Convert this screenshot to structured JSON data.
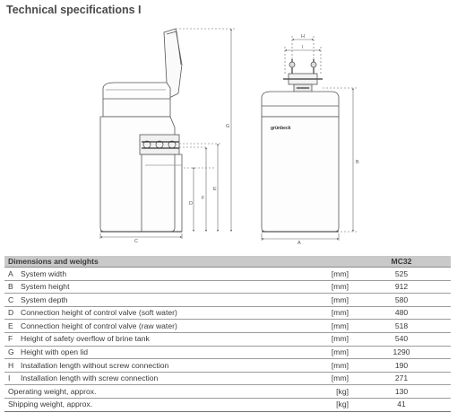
{
  "page": {
    "title": "Technical specifications I"
  },
  "drawing": {
    "side_view_labels": {
      "A": "C",
      "D": "D",
      "E": "E",
      "F": "F",
      "G": "G"
    },
    "front_view_labels": {
      "H": "H",
      "I": "I",
      "A": "A",
      "B": "B"
    },
    "logo_text": "grünbeck"
  },
  "table": {
    "header": {
      "title": "Dimensions and weights",
      "model": "MC32"
    },
    "rows": [
      {
        "letter": "A",
        "label": "System width",
        "unit": "[mm]",
        "value": "525"
      },
      {
        "letter": "B",
        "label": "System height",
        "unit": "[mm]",
        "value": "912"
      },
      {
        "letter": "C",
        "label": "System depth",
        "unit": "[mm]",
        "value": "580"
      },
      {
        "letter": "D",
        "label": "Connection height of control valve (soft water)",
        "unit": "[mm]",
        "value": "480"
      },
      {
        "letter": "E",
        "label": "Connection height of control valve (raw water)",
        "unit": "[mm]",
        "value": "518"
      },
      {
        "letter": "F",
        "label": "Height of safety overflow of brine tank",
        "unit": "[mm]",
        "value": "540"
      },
      {
        "letter": "G",
        "label": "Height with open lid",
        "unit": "[mm]",
        "value": "1290"
      },
      {
        "letter": "H",
        "label": "Installation length without screw connection",
        "unit": "[mm]",
        "value": "190"
      },
      {
        "letter": "I",
        "label": "Installation length with screw connection",
        "unit": "[mm]",
        "value": "271"
      }
    ],
    "weights": [
      {
        "label": "Operating weight, approx.",
        "unit": "[kg]",
        "value": "130"
      },
      {
        "label": "Shipping weight, approx.",
        "unit": "[kg]",
        "value": "41"
      }
    ]
  }
}
